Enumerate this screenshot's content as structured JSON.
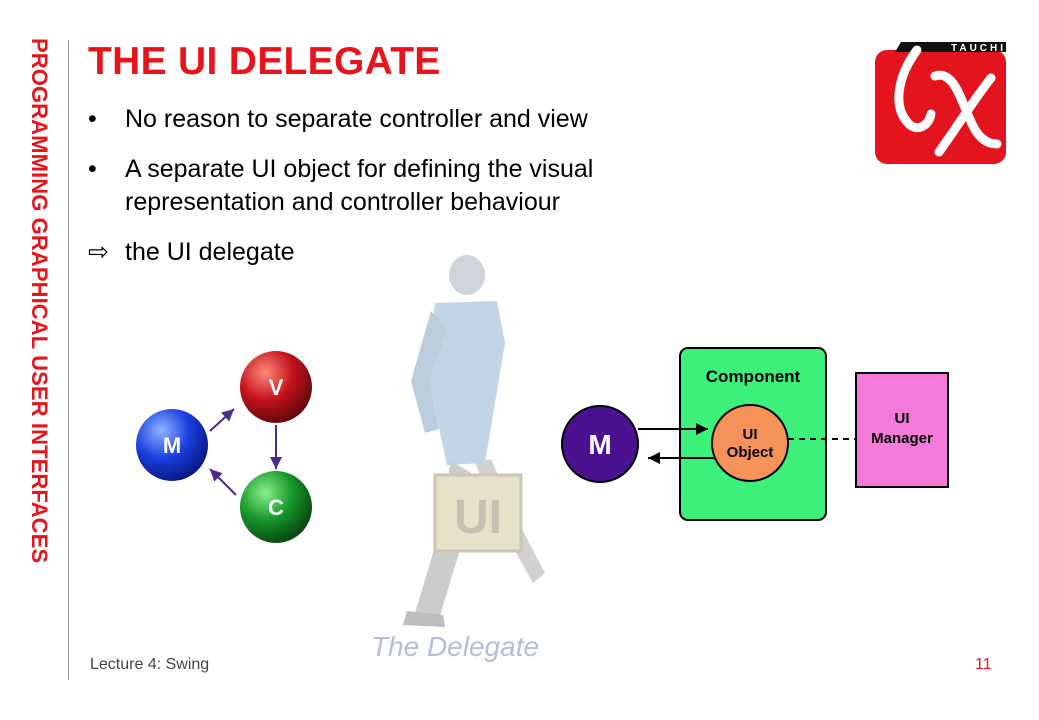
{
  "sidebar": {
    "text": "PROGRAMMING GRAPHICAL USER INTERFACES"
  },
  "slide": {
    "title": "THE UI DELEGATE",
    "bullets": [
      {
        "marker": "•",
        "text": "No reason to separate controller and view"
      },
      {
        "marker": "•",
        "text": "A separate UI object for defining the visual representation and controller behaviour"
      },
      {
        "marker": "⇨",
        "text": "the UI delegate"
      }
    ]
  },
  "logo": {
    "label": "TAUCHI",
    "symbol": "τχ"
  },
  "figure_person": {
    "sign_text": "UI",
    "caption": "The Delegate"
  },
  "mvc_diagram": {
    "m": "M",
    "v": "V",
    "c": "C"
  },
  "ui_diagram": {
    "model": "M",
    "component": "Component",
    "ui_object_line1": "UI",
    "ui_object_line2": "Object",
    "manager_line1": "UI",
    "manager_line2": "Manager"
  },
  "footer": {
    "lecture": "Lecture 4: Swing",
    "page": "11"
  },
  "colors": {
    "accent": "#e8141c",
    "component_green": "#3df07a",
    "manager_pink": "#f37ad8",
    "model_purple": "#4a1190",
    "ui_object_orange": "#f4925a"
  }
}
